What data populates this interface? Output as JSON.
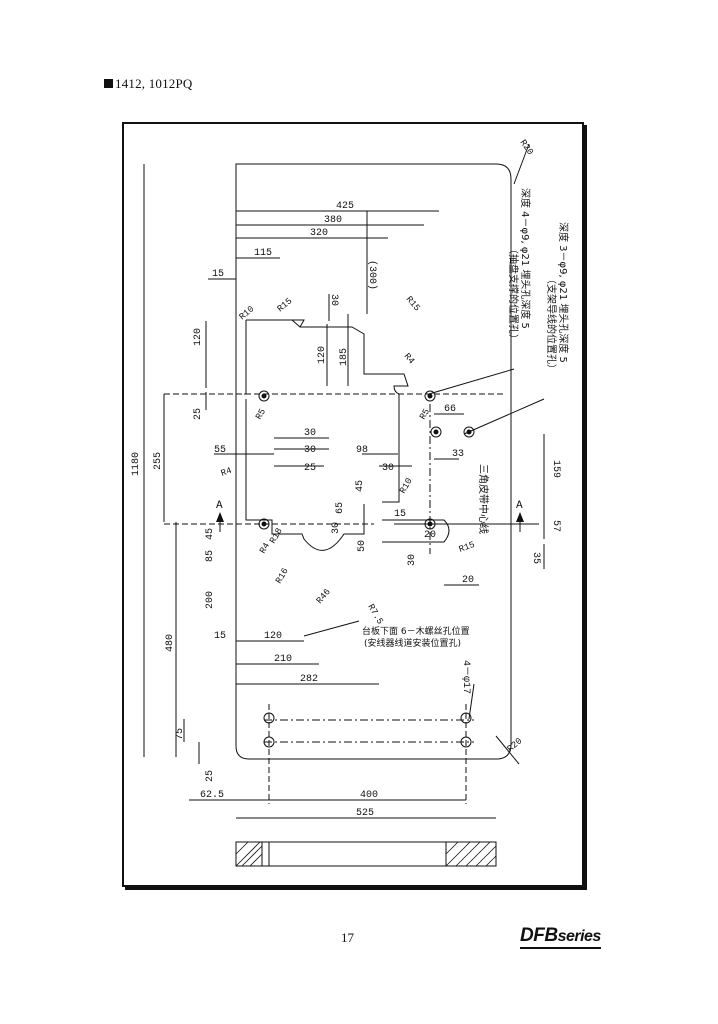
{
  "header": {
    "model": "1412, 1012PQ"
  },
  "drawing": {
    "dims": {
      "d425": "425",
      "d380": "380",
      "d320": "320",
      "d300": "(300)",
      "d115": "115",
      "d15a": "15",
      "d120a": "120",
      "d120b": "120",
      "d185": "185",
      "d30a": "30",
      "d25a": "25",
      "d1180": "1180",
      "d255": "255",
      "d55": "55",
      "d30b": "30",
      "d30c": "30",
      "d25b": "25",
      "d98": "98",
      "d30d": "30",
      "d45a": "45",
      "d65": "65",
      "d30e": "30",
      "d15b": "15",
      "d45b": "45",
      "d50": "50",
      "d85": "85",
      "d200": "200",
      "d480": "480",
      "d15c": "15",
      "d120c": "120",
      "d210": "210",
      "d282": "282",
      "d75": "75",
      "d25c": "25",
      "d625": "62.5",
      "d400": "400",
      "d525": "525",
      "d66": "66",
      "d33": "33",
      "d159": "159",
      "d57": "57",
      "d35": "35",
      "d20a": "20",
      "d30f": "30",
      "d20b": "20"
    },
    "radii": {
      "r20a": "R20",
      "r20b": "R20",
      "r15a": "R15",
      "r15b": "R15",
      "r10": "R10",
      "r15c": "R15",
      "r4a": "R4",
      "r5": "R5",
      "r4b": "R4",
      "r16": "R16",
      "r5b": "R5",
      "r10b": "R10",
      "r18": "R18",
      "r46": "R46",
      "r75": "R7.5",
      "r4c": "R4"
    },
    "notes": {
      "holes_3": "深度 3－φ9, φ21 埋头孔深度 5",
      "holes_3_sub": "（支架导线的位置孔）",
      "holes_4": "深度 4－φ9, φ21 埋头孔深度 5",
      "holes_4_sub": "（抽盘支撑的位置孔）",
      "belt_center": "三角皮带中心线",
      "screw_note": "台板下面 6－木螺丝孔位置",
      "screw_sub": "(安线器线道安装位置孔)",
      "holes_17": "4－φ17"
    },
    "marks": {
      "sectionA1": "A",
      "sectionA2": "A"
    }
  },
  "footer": {
    "page_number": "17",
    "brand_main": "DFB",
    "brand_sub": "series"
  }
}
